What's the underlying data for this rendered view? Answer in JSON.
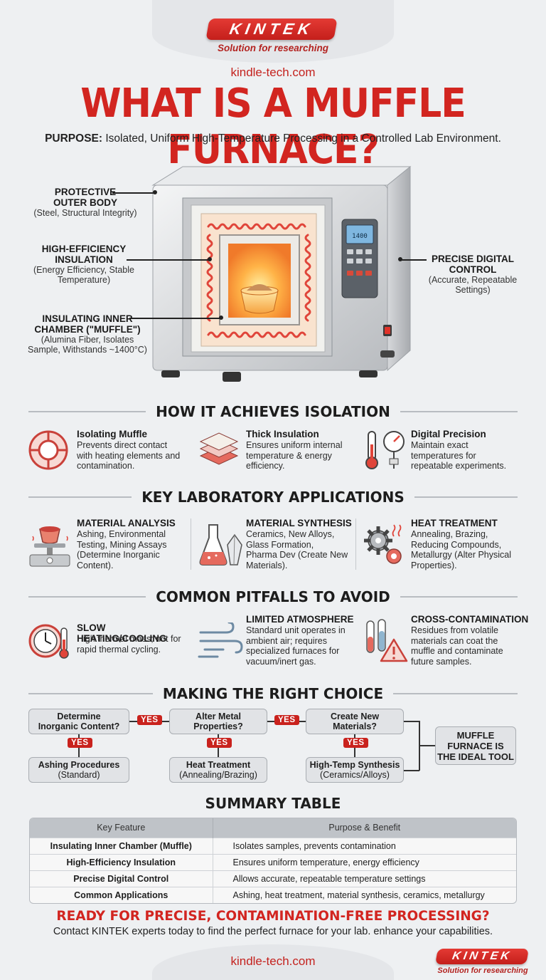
{
  "header": {
    "brand": "KINTEK",
    "tagline": "Solution for researching",
    "site": "kindle-tech.com"
  },
  "title": "WHAT IS A MUFFLE FURNACE?",
  "purpose": {
    "label": "PURPOSE:",
    "text": "Isolated, Uniform High-Temperature Processing in a Controlled Lab Environment."
  },
  "furnace": {
    "labels": [
      {
        "title_1": "PROTECTIVE",
        "title_2": "OUTER BODY",
        "sub_1": "(Steel, Structural Integrity)",
        "sub_2": ""
      },
      {
        "title_1": "HIGH-EFFICIENCY",
        "title_2": "INSULATION",
        "sub_1": "(Energy Efficiency, Stable",
        "sub_2": "Temperature)"
      },
      {
        "title_1": "INSULATING INNER",
        "title_2": "CHAMBER (\"MUFFLE\")",
        "sub_1": "(Alumina Fiber, Isolates",
        "sub_2": "Sample, Withstands ~1400°C)"
      },
      {
        "title_1": "PRECISE DIGITAL",
        "title_2": "CONTROL",
        "sub_1": "(Accurate, Repeatable",
        "sub_2": "Settings)"
      }
    ],
    "display_readout": "1400"
  },
  "isolation": {
    "heading": "HOW IT ACHIEVES ISOLATION",
    "items": [
      {
        "title": "Isolating Muffle",
        "desc_1": "Prevents direct contact",
        "desc_2": "with heating elements and",
        "desc_3": "contamination.",
        "icon": "muffle-ring-icon"
      },
      {
        "title": "Thick Insulation",
        "desc_1": "Ensures uniform internal",
        "desc_2": "temperature & energy",
        "desc_3": "efficiency.",
        "icon": "insulation-layers-icon"
      },
      {
        "title": "Digital Precision",
        "desc_1": "Maintain exact",
        "desc_2": "temperatures for",
        "desc_3": "repeatable experiments.",
        "icon": "thermometer-gauge-icon"
      }
    ]
  },
  "applications": {
    "heading": "KEY LABORATORY APPLICATIONS",
    "items": [
      {
        "title": "MATERIAL ANALYSIS",
        "desc_1": "Ashing, Environmental",
        "desc_2": "Testing, Mining Assays",
        "desc_3": "(Determine Inorganic",
        "desc_4": "Content).",
        "icon": "scale-crucible-icon"
      },
      {
        "title": "MATERIAL SYNTHESIS",
        "desc_1": "Ceramics, New Alloys,",
        "desc_2": "Glass Formation,",
        "desc_3": "Pharma Dev (Create New",
        "desc_4": "Materials).",
        "icon": "flask-crystal-icon"
      },
      {
        "title": "HEAT TREATMENT",
        "desc_1": "Annealing, Brazing,",
        "desc_2": "Reducing Compounds,",
        "desc_3": "Metallurgy (Alter Physical",
        "desc_4": "Properties).",
        "icon": "gears-heat-icon"
      }
    ]
  },
  "pitfalls": {
    "heading": "COMMON PITFALLS TO AVOID",
    "items": [
      {
        "title": "SLOW HEATING/COOLING",
        "desc_1": "High thermal mass; not for",
        "desc_2": "rapid thermal cycling.",
        "desc_3": "",
        "desc_4": "",
        "icon": "clock-thermometer-icon"
      },
      {
        "title": "LIMITED ATMOSPHERE",
        "desc_1": "Standard unit operates in",
        "desc_2": "ambient air; requires",
        "desc_3": "specialized furnaces for",
        "desc_4": "vacuum/inert gas.",
        "icon": "airflow-icon"
      },
      {
        "title": "CROSS-CONTAMINATION",
        "desc_1": "Residues from volatile",
        "desc_2": "materials can coat the",
        "desc_3": "muffle and contaminate",
        "desc_4": "future samples.",
        "icon": "test-tubes-warning-icon"
      }
    ]
  },
  "choice": {
    "heading": "MAKING THE RIGHT CHOICE",
    "q1_1": "Determine",
    "q1_2": "Inorganic Content?",
    "q2_1": "Alter Metal",
    "q2_2": "Properties?",
    "q3_1": "Create New",
    "q3_2": "Materials?",
    "yes": "YES",
    "r1_1": "Ashing Procedures",
    "r1_2": "(Standard)",
    "r2_1": "Heat Treatment",
    "r2_2": "(Annealing/Brazing)",
    "r3_1": "High-Temp Synthesis",
    "r3_2": "(Ceramics/Alloys)",
    "final_1": "MUFFLE",
    "final_2": "FURNACE IS",
    "final_3": "THE IDEAL TOOL"
  },
  "summary": {
    "heading": "SUMMARY TABLE",
    "col_1": "Key Feature",
    "col_2": "Purpose & Benefit",
    "rows": [
      {
        "feature": "Insulating Inner Chamber (Muffle)",
        "benefit": "Isolates samples, prevents contamination"
      },
      {
        "feature": "High-Efficiency Insulation",
        "benefit": "Ensures uniform temperature, energy efficiency"
      },
      {
        "feature": "Precise Digital Control",
        "benefit": "Allows accurate, repeatable temperature settings"
      },
      {
        "feature": "Common Applications",
        "benefit": "Ashing, heat treatment, material synthesis, ceramics, metallurgy"
      }
    ]
  },
  "cta": {
    "heading": "READY FOR PRECISE, CONTAMINATION-FREE PROCESSING?",
    "text": "Contact KINTEK experts today to find the perfect furnace for your lab. enhance your capabilities."
  },
  "footer": {
    "site": "kindle-tech.com",
    "brand": "KINTEK",
    "tagline": "Solution for researching"
  },
  "colors": {
    "accent_red": "#d22520",
    "background": "#eef0f2",
    "table_header": "#bfc3c8"
  }
}
